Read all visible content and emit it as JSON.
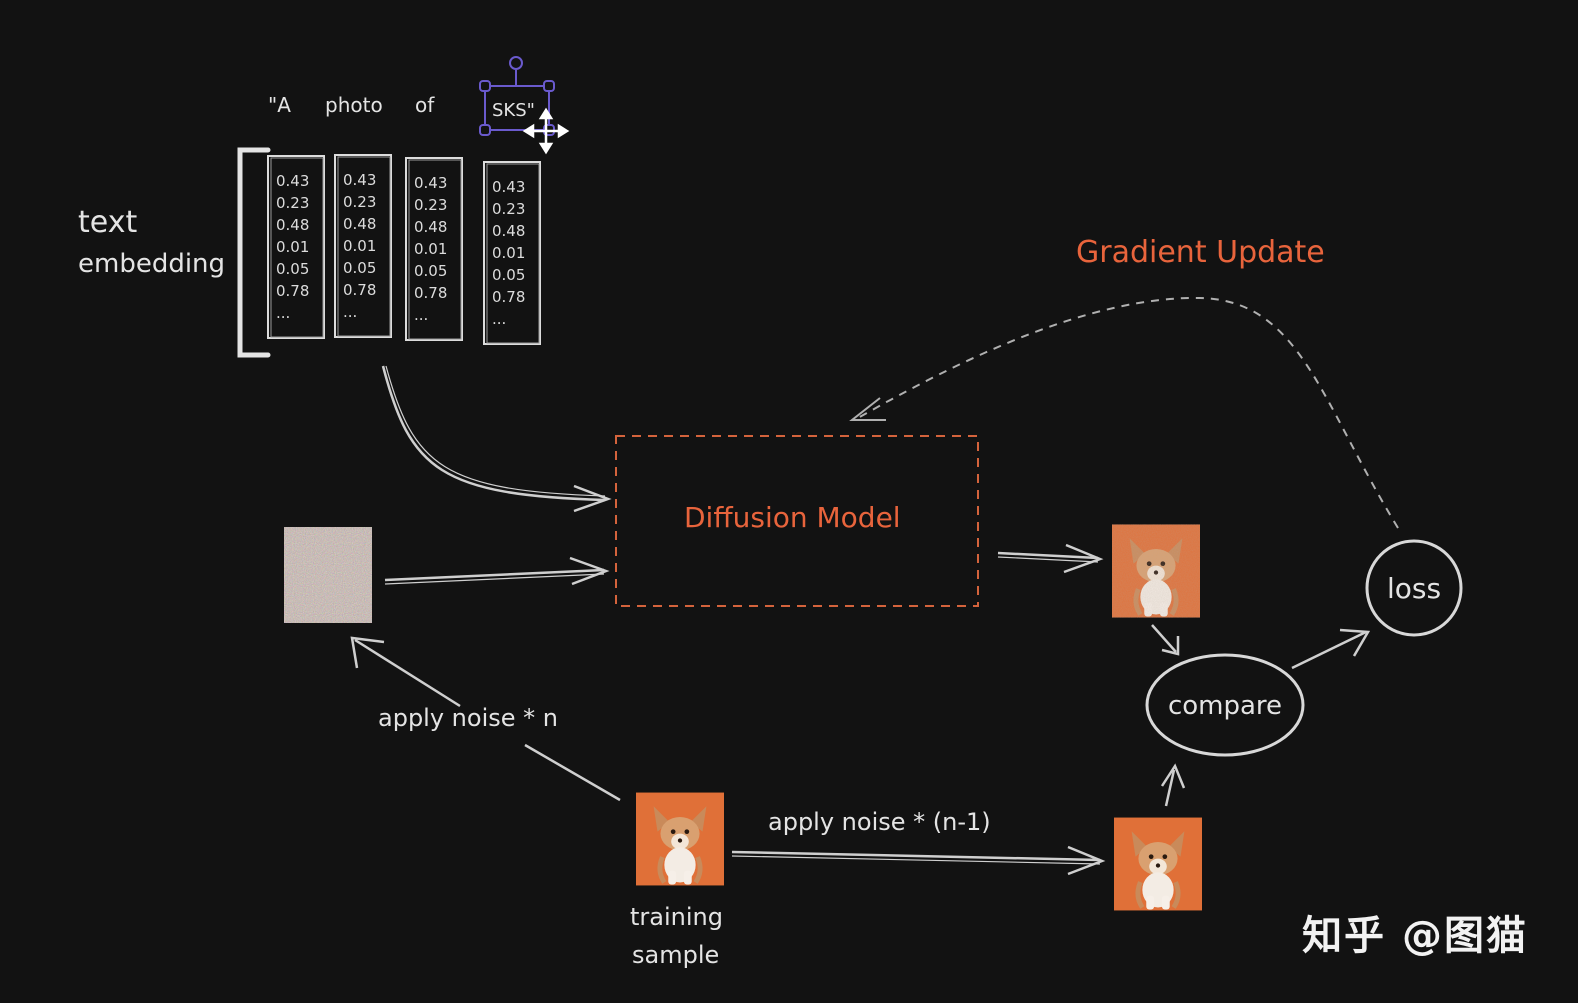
{
  "prompt_words": [
    "\"A",
    "photo",
    "of",
    "SKS\""
  ],
  "embedding_label_line1": "text",
  "embedding_label_line2": "embedding",
  "vector_values": [
    "0.43",
    "0.23",
    "0.48",
    "0.01",
    "0.05",
    "0.78",
    "..."
  ],
  "gradient_label": "Gradient Update",
  "model_label": "Diffusion Model",
  "noise_n_label": "apply noise * n",
  "noise_n1_label": "apply noise * (n-1)",
  "training_line1": "training",
  "training_line2": "sample",
  "compare_label": "compare",
  "loss_label": "loss",
  "watermark": "知乎 @图猫",
  "colors": {
    "background": "#121212",
    "line": "#d0d0d0",
    "accent_orange": "#e8643c",
    "selection_purple": "#6a5acd",
    "dog_orange": "#e07038"
  }
}
